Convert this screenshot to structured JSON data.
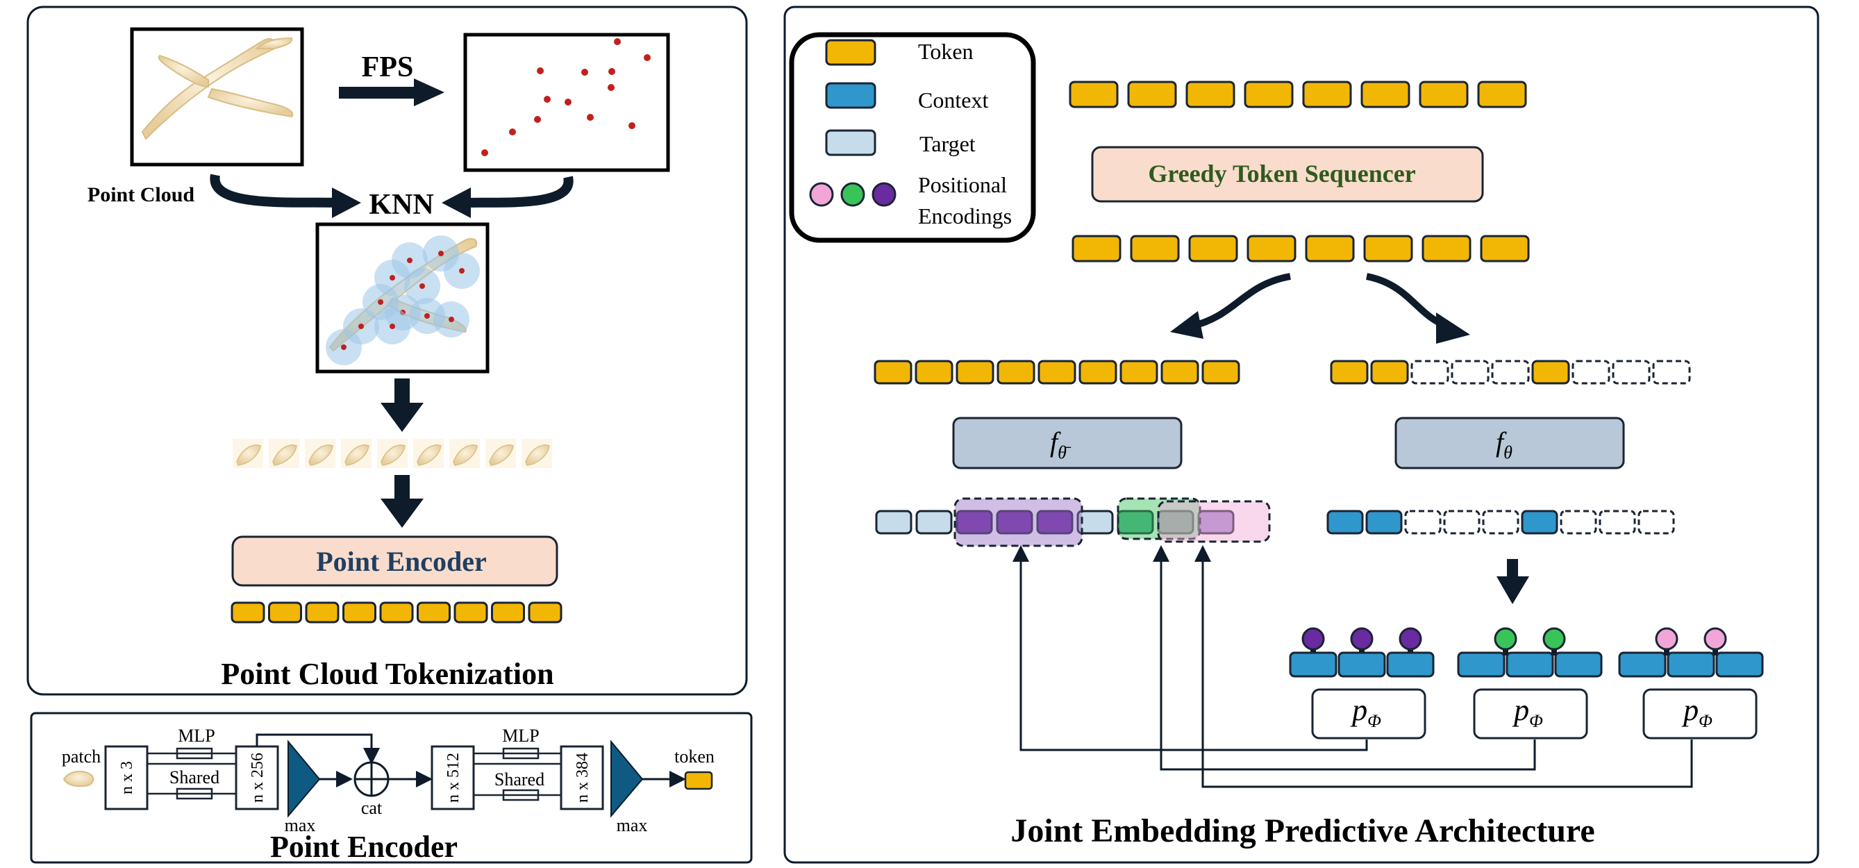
{
  "colors": {
    "token_fill": "#f2b705",
    "token_stroke": "#1a2433",
    "context_fill": "#2f97cc",
    "target_fill": "#c6dcea",
    "pos_pink": "#f2a6d8",
    "pos_green": "#39c45a",
    "pos_purple": "#6a2aa0",
    "encoder_fill": "#f9dccb",
    "encoder_text": "#1f3f62",
    "sequencer_text": "#2f5a1f",
    "f_box_fill": "#b8c8d8",
    "point_red": "#c0211d",
    "dark": "#0d1b2a"
  },
  "tokenization": {
    "fps_label": "FPS",
    "point_cloud_label": "Point Cloud",
    "knn_label": "KNN",
    "point_encoder_label": "Point Encoder",
    "title": "Point Cloud Tokenization"
  },
  "encoder_detail": {
    "patch_label": "patch",
    "n3_label": "n x 3",
    "mlp1_label": "MLP",
    "shared1_label": "Shared",
    "n256_label": "n x 256",
    "max1_label": "max",
    "cat_label": "cat",
    "n512_label": "n x 512",
    "mlp2_label": "MLP",
    "shared2_label": "Shared",
    "n384_label": "n x 384",
    "max2_label": "max",
    "token_label": "token",
    "title": "Point Encoder"
  },
  "legend": {
    "token": "Token",
    "context": "Context",
    "target": "Target",
    "positional_line1": "Positional",
    "positional_line2": "Encodings"
  },
  "jepa": {
    "sequencer_label": "Greedy Token Sequencer",
    "f_target_base": "f",
    "f_target_sub": "θ̄",
    "f_context_base": "f",
    "f_context_sub": "θ",
    "predictor_base": "p",
    "predictor_sub": "Φ",
    "title": "Joint Embedding Predictive Architecture"
  }
}
